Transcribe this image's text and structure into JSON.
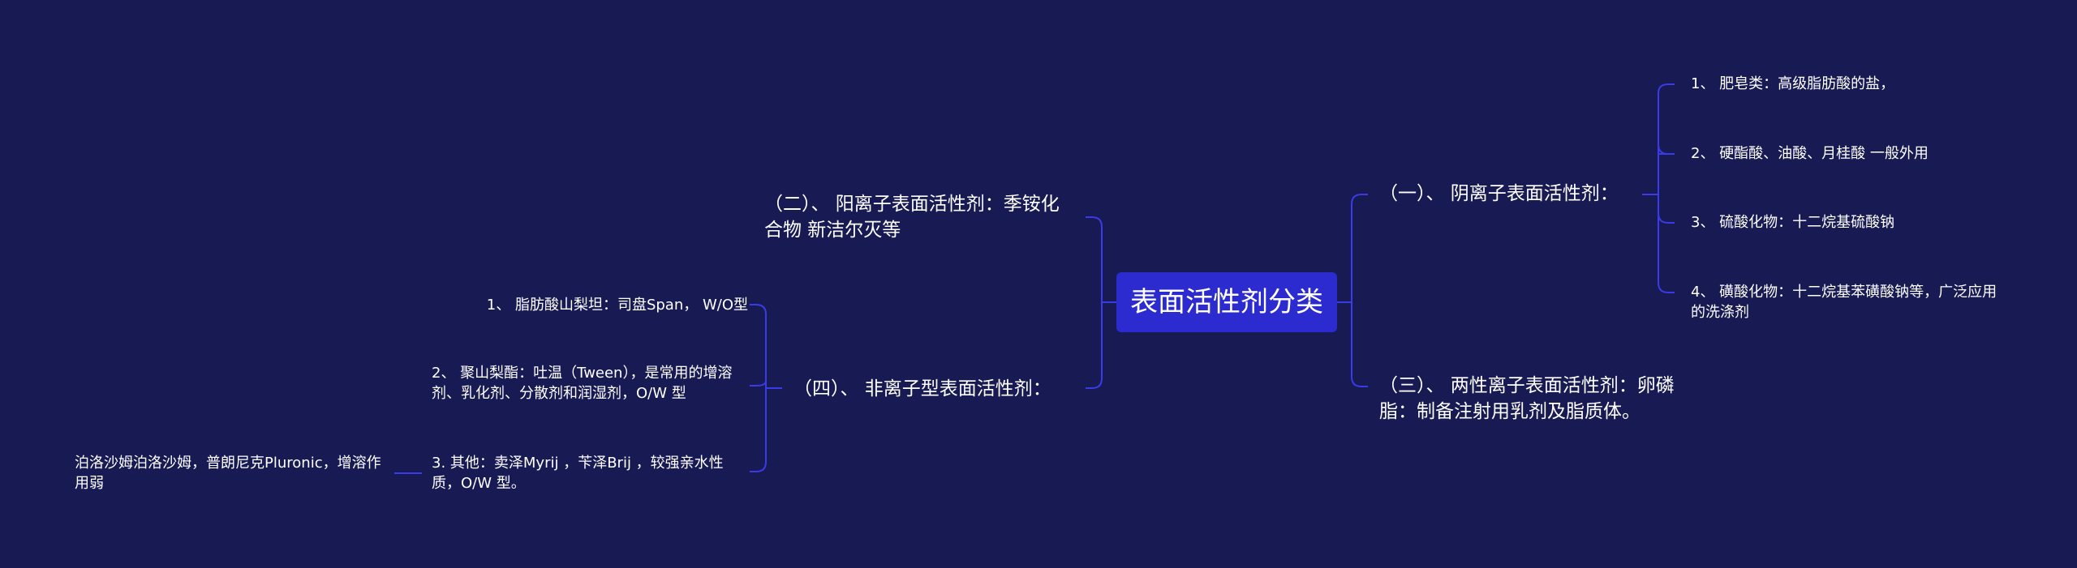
{
  "colors": {
    "background": "#181a54",
    "root_fill": "#2b2bcf",
    "link": "#3a3ae6",
    "text": "#ffffff"
  },
  "root": {
    "label": "表面活性剂分类"
  },
  "right": {
    "anionic": {
      "label": "（一）、 阴离子表面活性剂：",
      "children": [
        "1、 肥皂类：高级脂肪酸的盐，",
        "2、 硬酯酸、油酸、月桂酸 一般外用",
        "3、 硫酸化物：十二烷基硫酸钠",
        "4、 磺酸化物：十二烷基苯磺酸钠等，广泛应用的洗涤剂"
      ]
    },
    "zwitterionic": {
      "label": "（三）、 两性离子表面活性剂：卵磷脂：制备注射用乳剂及脂质体。"
    }
  },
  "left": {
    "cationic": {
      "label": "（二）、 阳离子表面活性剂：季铵化合物 新洁尔灭等"
    },
    "nonionic": {
      "label": "（四）、 非离子型表面活性剂：",
      "children": [
        "1、 脂肪酸山梨坦：司盘Span， W/O型",
        "2、 聚山梨酯：吐温（Tween），是常用的增溶剂、乳化剂、分散剂和润湿剂，O/W 型",
        "3. 其他：卖泽Myrij ，苄泽Brij ，较强亲水性质，O/W 型。"
      ],
      "grandchild": "泊洛沙姆泊洛沙姆，普朗尼克Pluronic，增溶作用弱"
    }
  }
}
